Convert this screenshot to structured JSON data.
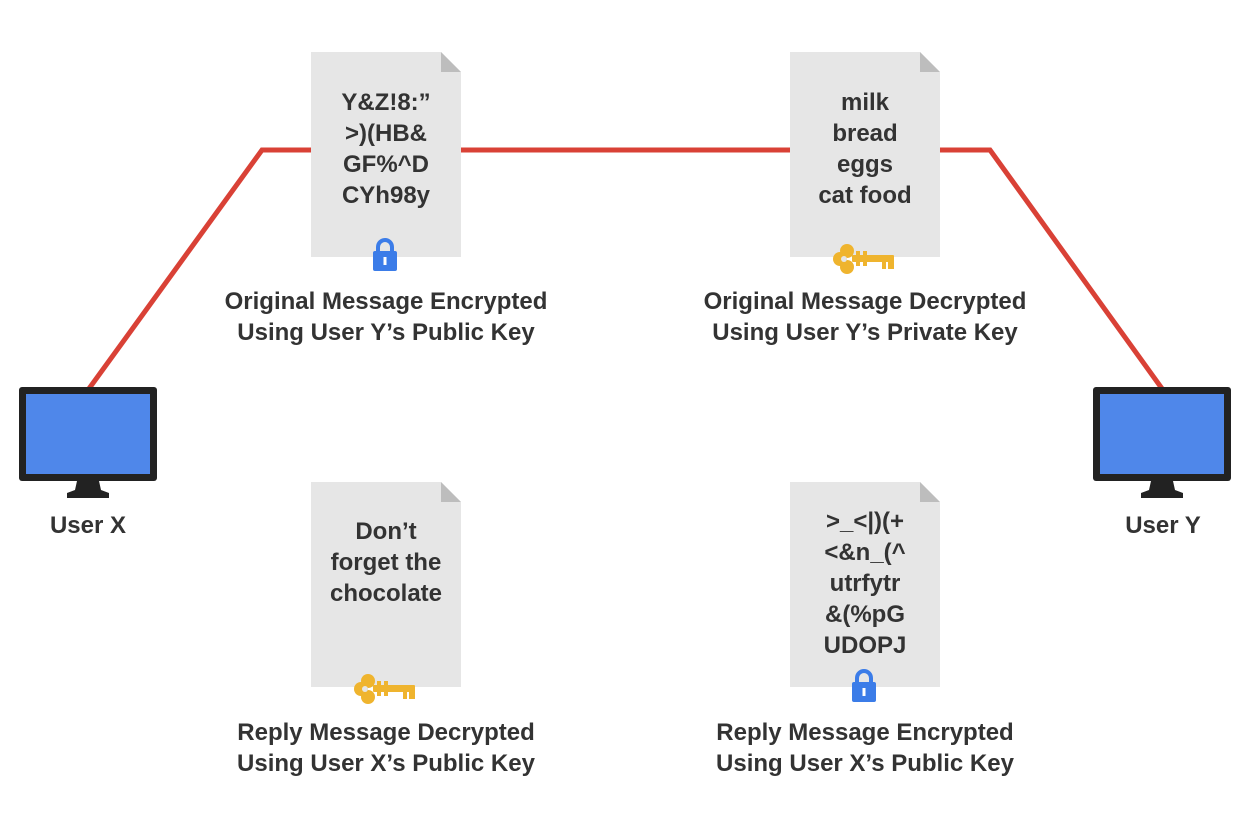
{
  "users": {
    "left_label": "User X",
    "right_label": "User Y"
  },
  "colors": {
    "connection_line": "#d94136",
    "screen": "#4f87ea",
    "monitor_frame": "#222222",
    "document": "#e6e6e6",
    "document_fold": "#bdbdbd",
    "lock": "#3b7ce8",
    "key": "#efb42e",
    "text": "#333333"
  },
  "documents": [
    {
      "id": "encrypted-original",
      "lines": [
        "Y&Z!8:”",
        ">)(HB&",
        "GF%^D",
        "CYh98y"
      ],
      "icon": "lock-icon",
      "caption": [
        "Original Message Encrypted",
        "Using User Y’s Public Key"
      ]
    },
    {
      "id": "decrypted-original",
      "lines": [
        "milk",
        "bread",
        "eggs",
        "cat food"
      ],
      "icon": "key-icon",
      "caption": [
        "Original Message Decrypted",
        "Using User Y’s Private Key"
      ]
    },
    {
      "id": "decrypted-reply",
      "lines": [
        "Don’t",
        "forget the",
        "chocolate"
      ],
      "icon": "key-icon",
      "caption": [
        "Reply Message Decrypted",
        "Using User X’s Public Key"
      ]
    },
    {
      "id": "encrypted-reply",
      "lines": [
        ">_<|)(+",
        "<&n_(^",
        "utrfytr",
        "&(%pG",
        "UDOPJ"
      ],
      "icon": "lock-icon",
      "caption": [
        "Reply Message Encrypted",
        "Using User X’s Public Key"
      ]
    }
  ]
}
